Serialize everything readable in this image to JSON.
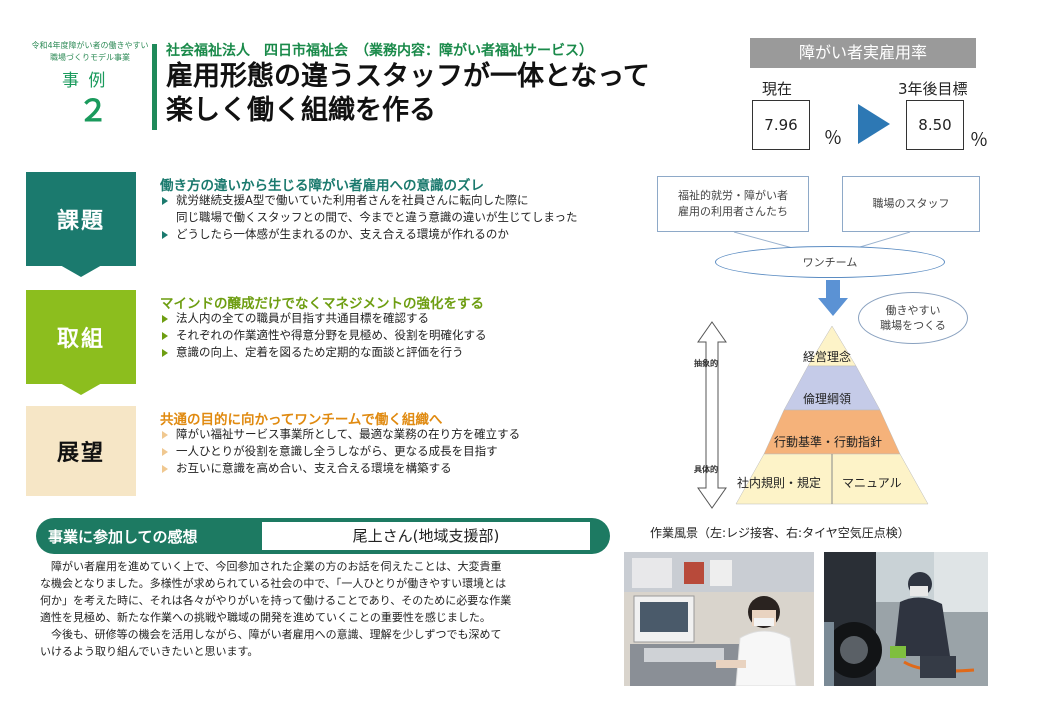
{
  "header": {
    "project_label": "令和4年度障がい者の働きやすい職場づくりモデル事業",
    "case_label": "事 例",
    "case_number": "２",
    "org_line": "社会福祉法人　四日市福祉会　（業務内容：障がい者福祉サービス）",
    "title_line1": "雇用形態の違うスタッフが一体となって",
    "title_line2": "楽しく働く組織を作る"
  },
  "employment_rate": {
    "header": "障がい者実雇用率",
    "current_label": "現在",
    "current_value": "7.96",
    "target_label": "3年後目標",
    "target_value": "8.50",
    "unit": "％"
  },
  "sections": [
    {
      "label": "課題",
      "title": "働き方の違いから生じる障がい者雇用への意識のズレ",
      "bullets": [
        "就労継続支援A型で働いていた利用者さんを社員さんに転向した際に",
        "同じ職場で働くスタッフとの間で、今までと違う意識の違いが生じてしまった",
        "どうしたら一体感が生まれるのか、支え合える環境が作れるのか"
      ],
      "color": "#1b7a6e",
      "title_color": "#1b7a6e"
    },
    {
      "label": "取組",
      "title": "マインドの醸成だけでなくマネジメントの強化をする",
      "bullets": [
        "法人内の全ての職員が目指す共通目標を確認する",
        "それぞれの作業適性や得意分野を見極め、役割を明確化する",
        "意識の向上、定着を図るため定期的な面談と評価を行う"
      ],
      "color": "#8cbe1e",
      "title_color": "#6e9e12"
    },
    {
      "label": "展望",
      "title": "共通の目的に向かってワンチームで働く組織へ",
      "bullets": [
        "障がい福祉サービス事業所として、最適な業務の在り方を確立する",
        "一人ひとりが役割を意識し全うしながら、更なる成長を目指す",
        "お互いに意識を高め合い、支え合える環境を構築する"
      ],
      "color": "#f6e6c6",
      "title_color": "#e08a10"
    }
  ],
  "diagram": {
    "box_left": "福祉的就労・障がい者\n雇用の利用者さんたち",
    "box_right": "職場のスタッフ",
    "one_team": "ワンチーム",
    "bubble": "働きやすい\n職場をつくる",
    "axis_top": "抽象的",
    "axis_bottom": "具体的",
    "pyramid": {
      "level1": "経営理念",
      "level2": "倫理綱領",
      "level3": "行動基準・行動指針",
      "level4_left": "社内規則・規定",
      "level4_right": "マニュアル"
    },
    "colors": {
      "level1": "#fdf3c8",
      "level2": "#c5cbe8",
      "level3": "#f5b27a",
      "level4": "#fdf3c8",
      "arrow": "#5b92d4"
    }
  },
  "impression": {
    "title": "事業に参加しての感想",
    "name": "尾上さん(地域支援部)",
    "lines": [
      "　障がい者雇用を進めていく上で、今回参加された企業の方のお話を伺えたことは、大変貴重",
      "な機会となりました。多様性が求められている社会の中で、「一人ひとりが働きやすい環境とは",
      "何か」を考えた時に、それは各々がやりがいを持って働けることであり、そのために必要な作業",
      "適性を見極め、新たな作業への挑戦や職域の開発を進めていくことの重要性を感じました。",
      "　今後も、研修等の機会を活用しながら、障がい者雇用への意識、理解を少しずつでも深めて",
      "いけるよう取り組んでいきたいと思います。"
    ]
  },
  "photos": {
    "caption": "作業風景（左:レジ接客、右:タイヤ空気圧点検）"
  }
}
